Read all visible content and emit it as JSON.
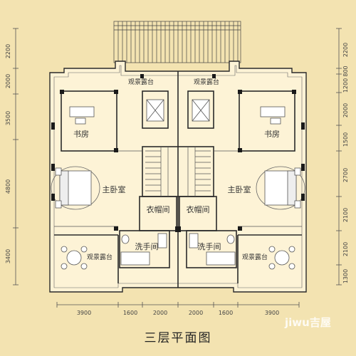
{
  "title": "三层平面图",
  "watermark": "jiwu吉屋",
  "rooms": {
    "balcony_top_left": "观景露台",
    "balcony_top_right": "观景露台",
    "study_left": "书房",
    "study_right": "书房",
    "master_left": "主卧室",
    "master_right": "主卧室",
    "closet_left": "衣帽间",
    "closet_right": "衣帽间",
    "bath_left": "洗手间",
    "bath_right": "洗手间",
    "balcony_bottom_left": "观景露台",
    "balcony_bottom_right": "观景露台"
  },
  "dims": {
    "left": [
      "2200",
      "2000",
      "3500",
      "4800",
      "3400"
    ],
    "right": [
      "2200",
      "800",
      "1200",
      "2000",
      "1500",
      "2700",
      "2100",
      "2100",
      "1300"
    ],
    "bottom": [
      "3900",
      "1600",
      "2000",
      "2000",
      "1600",
      "3900"
    ]
  },
  "colors": {
    "background": "#f3e3b1",
    "floor": "#fdf3d6",
    "wall": "#2a2a2a"
  }
}
